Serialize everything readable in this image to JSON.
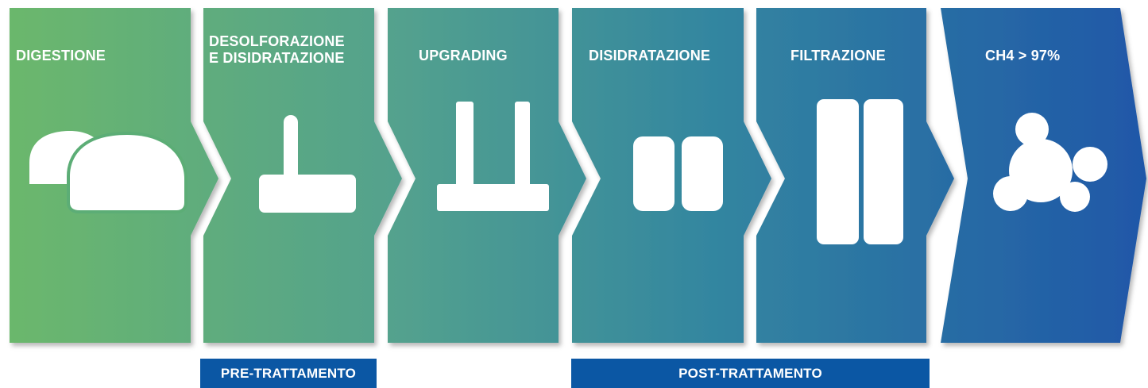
{
  "steps": [
    {
      "label": "DIGESTIONE",
      "icon": "digester-domes-icon"
    },
    {
      "label": "DESOLFORAZIONE\nE DISIDRATAZIONE",
      "icon": "column-tank-icon"
    },
    {
      "label": "UPGRADING",
      "icon": "membrane-columns-icon"
    },
    {
      "label": "DISIDRATAZIONE",
      "icon": "dryer-tanks-icon"
    },
    {
      "label": "FILTRAZIONE",
      "icon": "filter-columns-icon"
    },
    {
      "label": "CH4 > 97%",
      "icon": "methane-molecule-icon"
    }
  ],
  "phases": {
    "pre": "PRE-TRATTAMENTO",
    "post": "POST-TRATTAMENTO"
  },
  "colors": {
    "gradient_start": "#6cb86b",
    "gradient_end": "#1f57a8",
    "phase_bar": "#0b57a4",
    "icon": "#ffffff"
  }
}
